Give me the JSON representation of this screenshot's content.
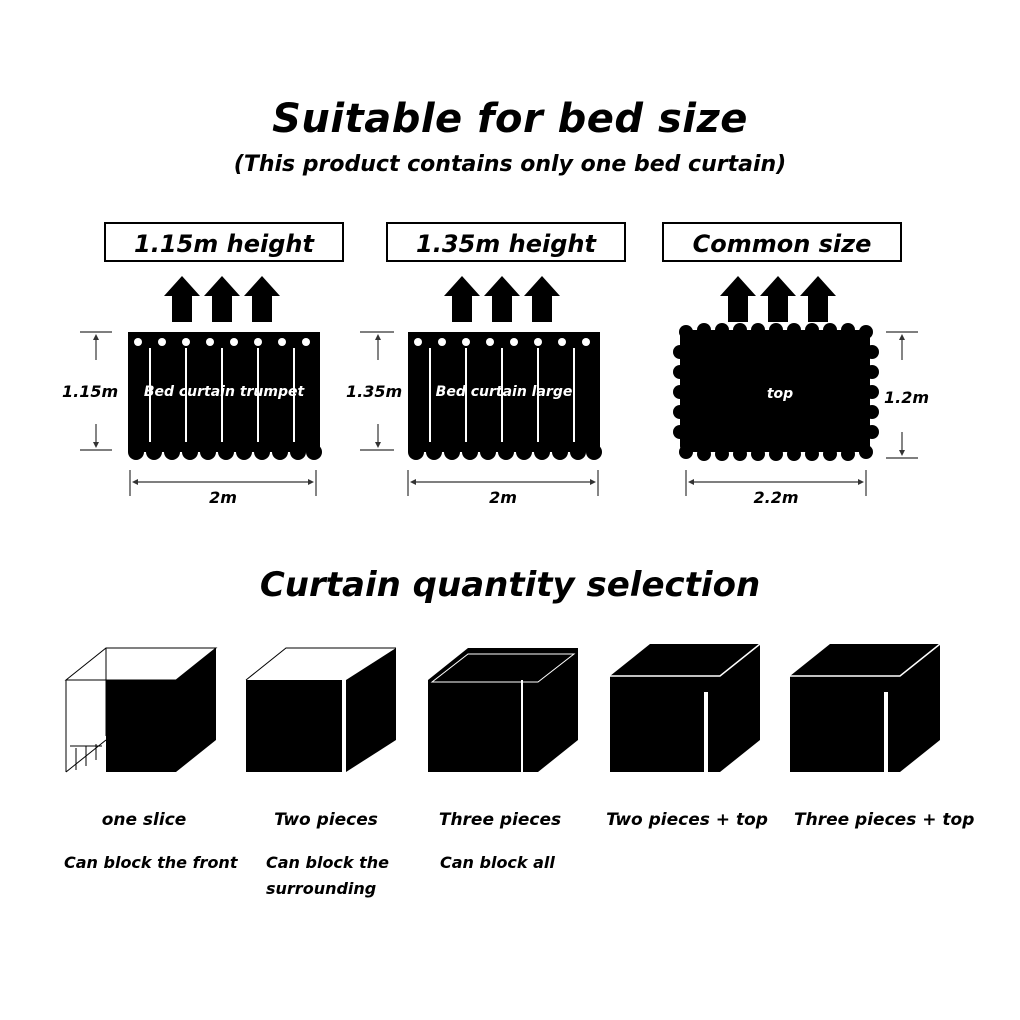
{
  "header": {
    "title": "Suitable for bed size",
    "subtitle": "(This product contains only one bed curtain)"
  },
  "sizes": [
    {
      "label": "1.15m height",
      "height": "1.15m",
      "width": "2m",
      "panel_text": "Bed curtain trumpet"
    },
    {
      "label": "1.35m height",
      "height": "1.35m",
      "width": "2m",
      "panel_text": "Bed curtain large"
    },
    {
      "label": "Common size",
      "height": "1.2m",
      "width": "2.2m",
      "panel_text": "top"
    }
  ],
  "quantity": {
    "title": "Curtain quantity selection",
    "options": [
      {
        "name": "one slice",
        "desc": "Can block the front"
      },
      {
        "name": "Two pieces",
        "desc": "Can block the surrounding"
      },
      {
        "name": "Three pieces",
        "desc": "Can block all"
      },
      {
        "name": "Two pieces + top",
        "desc": ""
      },
      {
        "name": "Three pieces + top",
        "desc": ""
      }
    ]
  },
  "colors": {
    "ink": "#000000",
    "paper": "#ffffff",
    "dim_line": "#333333"
  }
}
